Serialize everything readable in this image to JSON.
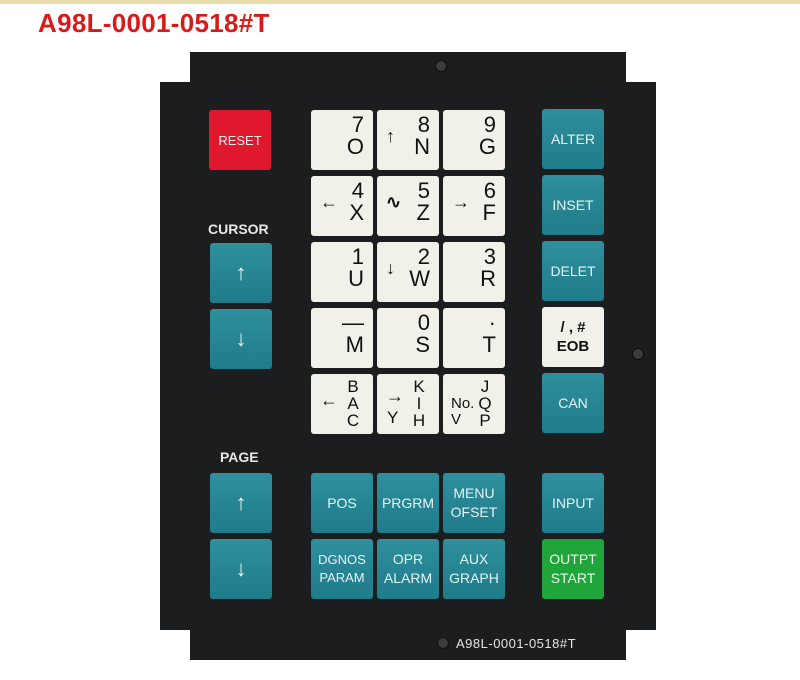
{
  "title": "A98L-0001-0518#T",
  "panel": {
    "labels": {
      "cursor": "CURSOR",
      "page": "PAGE"
    },
    "part_number": "A98L-0001-0518#T",
    "reset": "RESET",
    "right_keys": [
      "ALTER",
      "INSET",
      "DELET",
      "CAN",
      "INPUT"
    ],
    "eob": {
      "top": "/ , #",
      "bottom": "EOB"
    },
    "output": {
      "line1": "OUTPT",
      "line2": "START"
    },
    "function_keys": [
      {
        "line1": "POS",
        "line2": ""
      },
      {
        "line1": "PRGRM",
        "line2": ""
      },
      {
        "line1": "MENU",
        "line2": "OFSET"
      },
      {
        "line1": "DGNOS",
        "line2": "PARAM"
      },
      {
        "line1": "OPR",
        "line2": "ALARM"
      },
      {
        "line1": "AUX",
        "line2": "GRAPH"
      }
    ],
    "keypad": [
      {
        "digit": "7",
        "letter": "O",
        "icon": ""
      },
      {
        "digit": "8",
        "letter": "N",
        "icon": "↑"
      },
      {
        "digit": "9",
        "letter": "G",
        "icon": ""
      },
      {
        "digit": "4",
        "letter": "X",
        "icon": "←"
      },
      {
        "digit": "5",
        "letter": "Z",
        "icon": "∿"
      },
      {
        "digit": "6",
        "letter": "F",
        "icon": "→"
      },
      {
        "digit": "1",
        "letter": "U",
        "icon": ""
      },
      {
        "digit": "2",
        "letter": "W",
        "icon": "↓"
      },
      {
        "digit": "3",
        "letter": "R",
        "icon": ""
      },
      {
        "digit": "—",
        "letter": "M",
        "icon": ""
      },
      {
        "digit": "0",
        "letter": "S",
        "icon": ""
      },
      {
        "digit": "·",
        "letter": "T",
        "icon": ""
      }
    ],
    "address_keys": [
      {
        "icon": "←",
        "chars": [
          "B",
          "A",
          "C"
        ],
        "prefix": ""
      },
      {
        "icon": "→",
        "chars": [
          "K",
          "I",
          "H"
        ],
        "prefix": "Y"
      },
      {
        "icon": "",
        "chars": [
          "J",
          "Q",
          "P"
        ],
        "prefix": "No. V"
      }
    ],
    "arrows": {
      "up": "↑",
      "down": "↓"
    }
  }
}
